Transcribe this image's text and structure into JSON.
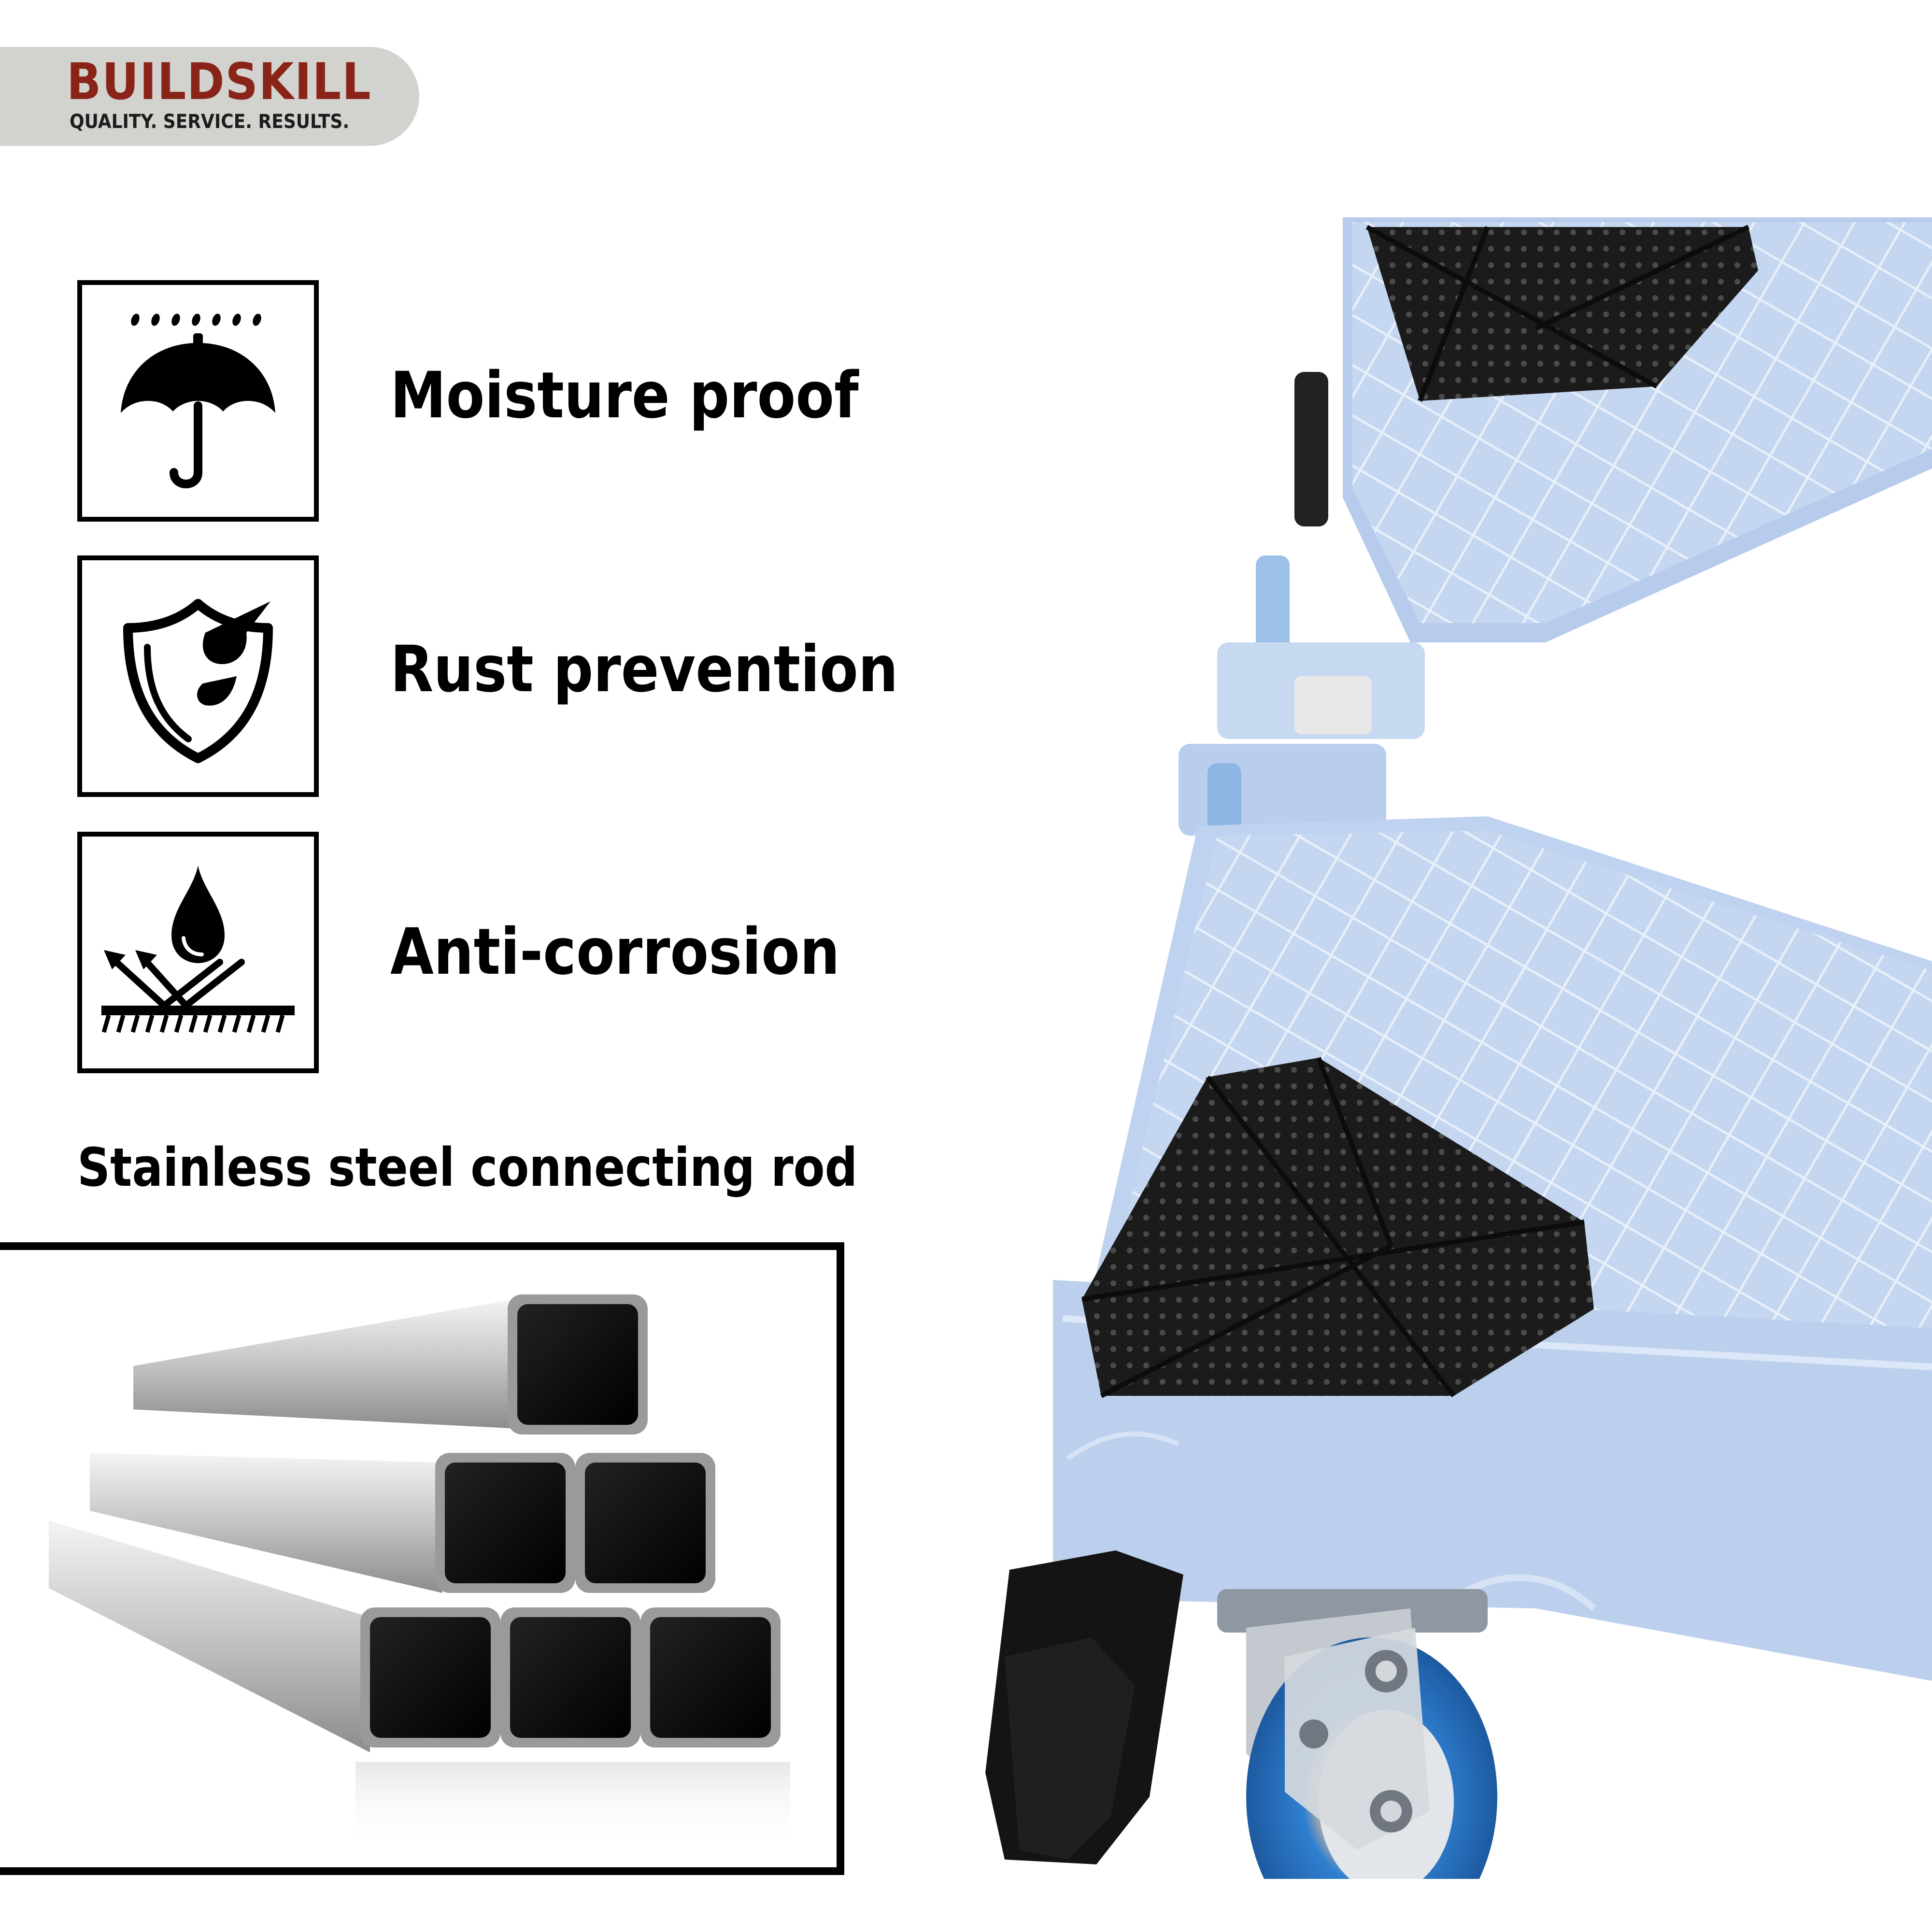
{
  "brand": {
    "name": "BUILDSKILL",
    "tagline": "QUALITY. SERVICE. RESULTS."
  },
  "features": [
    {
      "label": "Moisture proof",
      "icon": "umbrella-rain-icon"
    },
    {
      "label": "Rust prevention",
      "icon": "shield-drop-icon"
    },
    {
      "label": "Anti-corrosion",
      "icon": "drop-deflect-icon"
    }
  ],
  "rod_section": {
    "heading": "Stainless steel connecting rod",
    "icon": "steel-tubes-icon"
  },
  "colors": {
    "brand_red": "#8a2418",
    "badge_gray": "#d2d2cf",
    "stand_blue": "#bcd0ee",
    "pad_black": "#1a1a1a",
    "wheel_blue": "#2f7fd0"
  }
}
